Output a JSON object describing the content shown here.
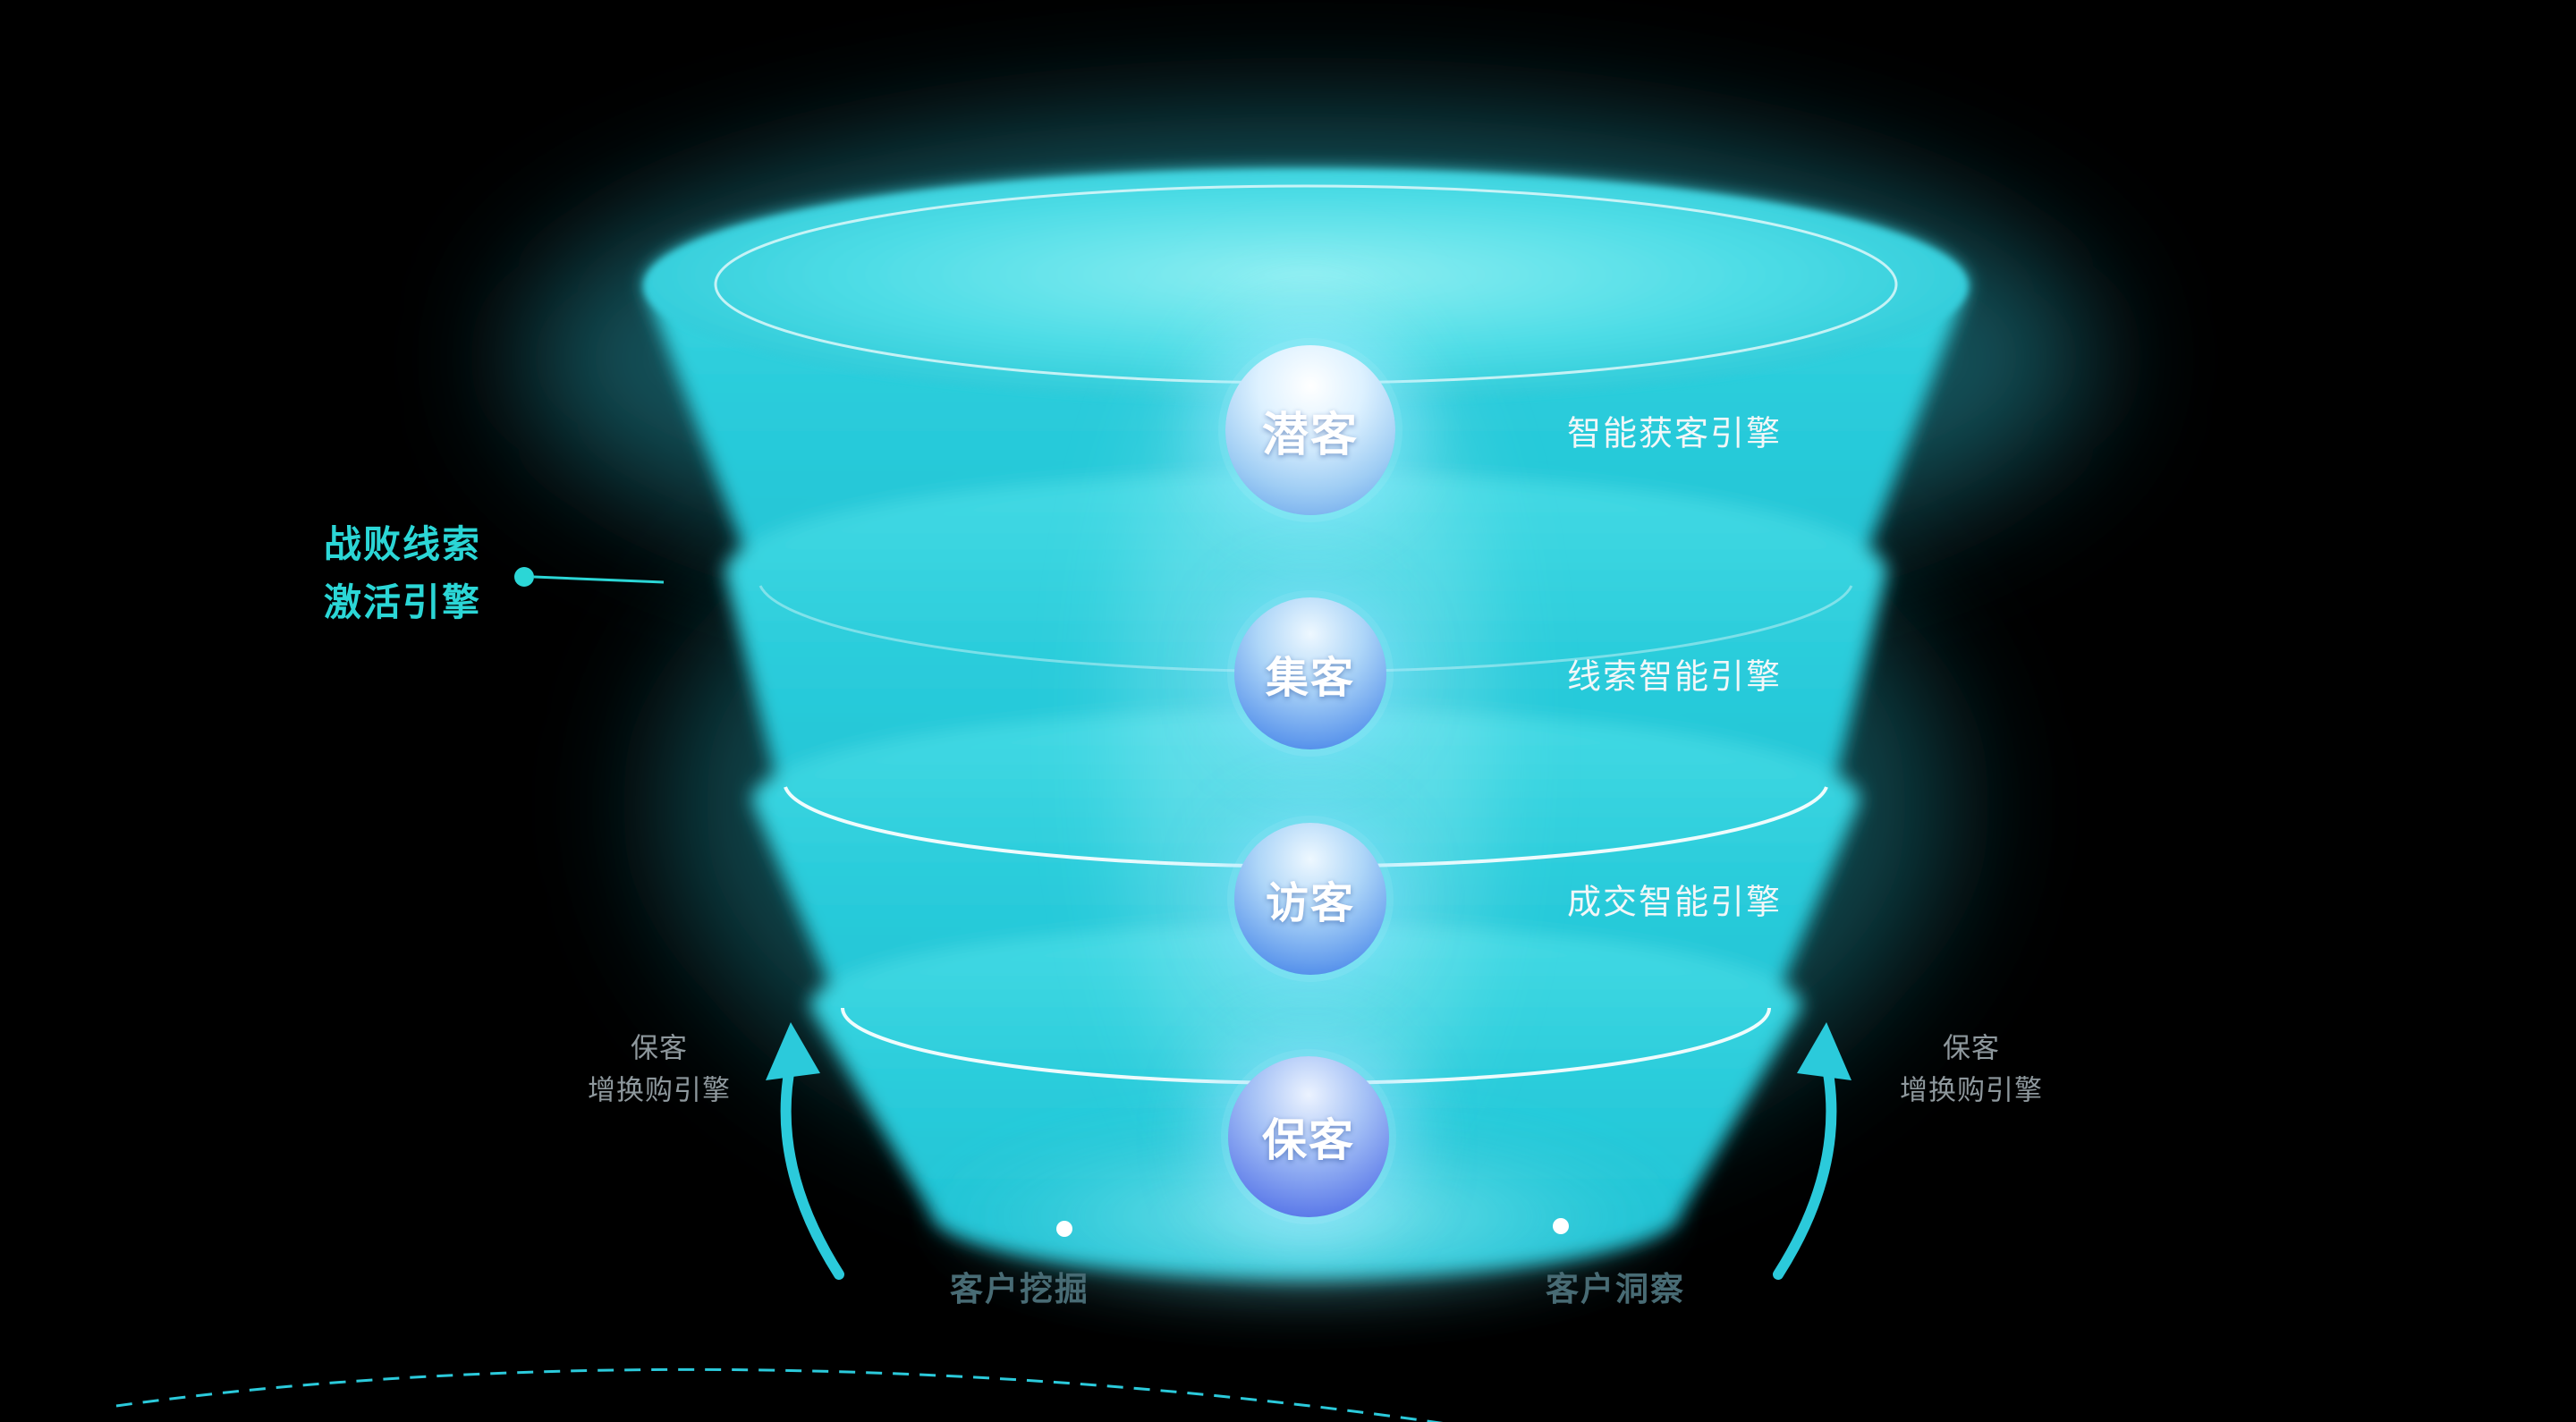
{
  "theme": {
    "background": "#000000",
    "funnel_cyan": "#2bccdb",
    "accent_cyan": "#2bd6d6",
    "seam_white": "#ffffff",
    "muted_gray": "#8e989d",
    "ground_teal": "#486b74",
    "badge_blue": "#4a7ae2"
  },
  "funnel": {
    "stages": [
      {
        "label": "潜客",
        "engine": "智能获客引擎"
      },
      {
        "label": "集客",
        "engine": "线索智能引擎"
      },
      {
        "label": "访客",
        "engine": "成交智能引擎"
      },
      {
        "label": "保客",
        "engine": ""
      }
    ]
  },
  "left_callout": {
    "line1": "战败线索",
    "line2": "激活引擎"
  },
  "side_labels": {
    "left": {
      "line1": "保客",
      "line2": "增换购引擎"
    },
    "right": {
      "line1": "保客",
      "line2": "增换购引擎"
    }
  },
  "bottom_labels": {
    "left": "客户挖掘",
    "right": "客户洞察"
  }
}
